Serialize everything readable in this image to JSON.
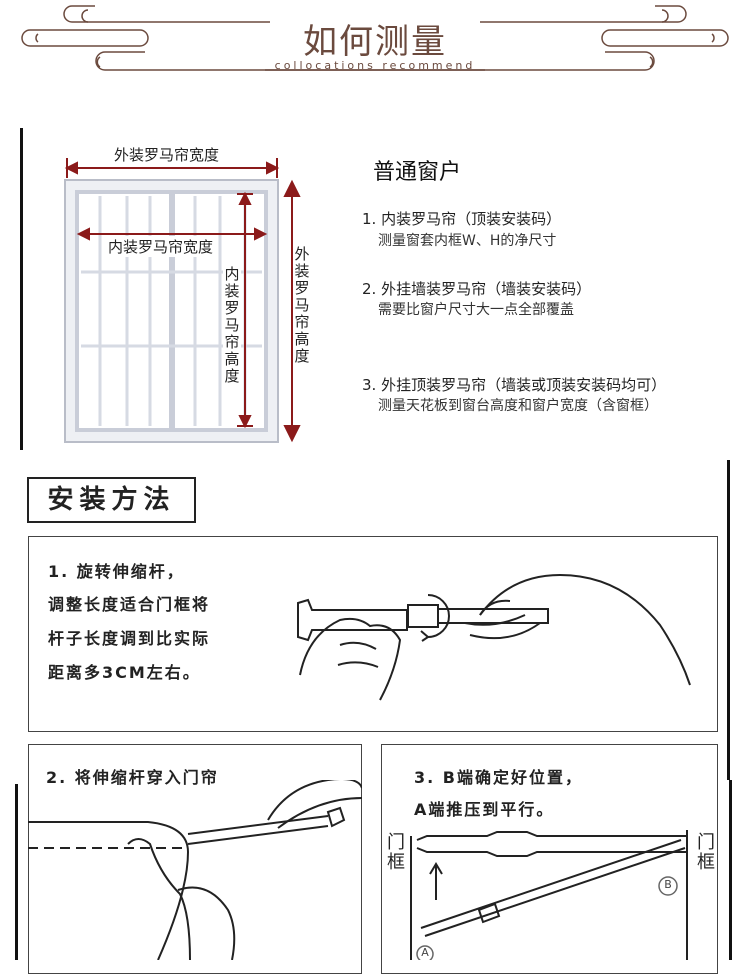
{
  "header": {
    "title": "如何测量",
    "subtitle": "collocations recommend"
  },
  "measure": {
    "outer_width_label": "外装罗马帘宽度",
    "inner_width_label": "内装罗马帘宽度",
    "inner_height_label": "内装罗马帘高度",
    "outer_height_label": "外装罗马帘高度",
    "heading": "普通窗户",
    "steps": [
      {
        "title": "1. 内装罗马帘（顶装安装码）",
        "desc": "测量窗套内框W、H的净尺寸"
      },
      {
        "title": "2. 外挂墙装罗马帘（墙装安装码）",
        "desc": "需要比窗户尺寸大一点全部覆盖"
      },
      {
        "title": "3. 外挂顶装罗马帘（墙装或顶装安装码均可）",
        "desc": "测量天花板到窗台高度和窗户宽度（含窗框）"
      }
    ]
  },
  "install": {
    "heading": "安装方法",
    "step1_lines": [
      "1. 旋转伸缩杆，",
      "调整长度适合门框将",
      "杆子长度调到比实际",
      "距离多3CM左右。"
    ],
    "step2_title": "2. 将伸缩杆穿入门帘",
    "step3_lines": [
      "3. B端确定好位置，",
      "A端推压到平行。"
    ],
    "door_frame_label": "门框",
    "marker_a": "A",
    "marker_b": "B"
  },
  "colors": {
    "accent": "#6b4a3e",
    "measure_line": "#8b1a1a",
    "window_frame": "#c9cdd8"
  }
}
